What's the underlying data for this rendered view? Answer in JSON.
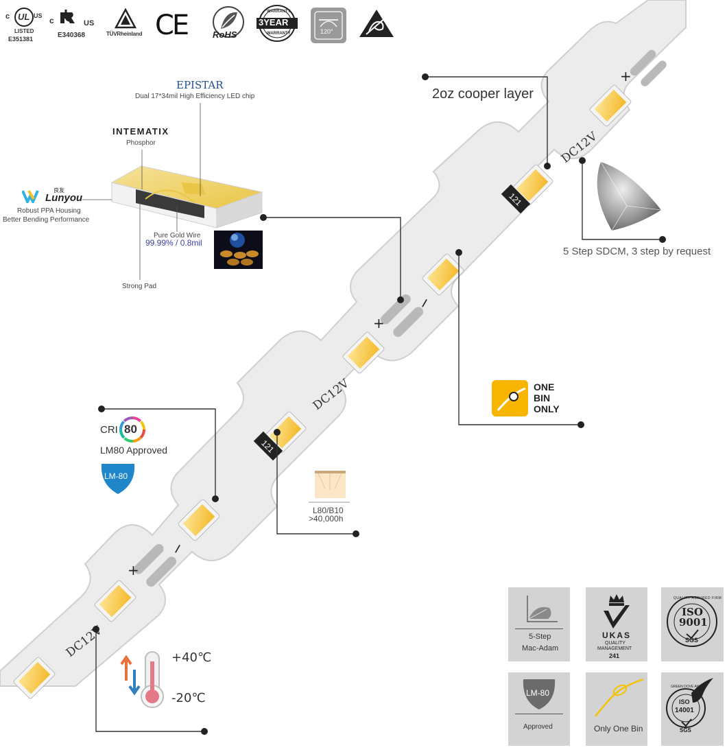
{
  "certifications": {
    "ul_listed": {
      "c": "c",
      "mark": "UL",
      "us": "US",
      "listed": "LISTED",
      "number": "E351381"
    },
    "ur": {
      "c": "c",
      "mark": "R",
      "us": "US",
      "number": "E340368"
    },
    "tuv": {
      "label": "TÜVRheinland"
    },
    "ce": {
      "label": "CE"
    },
    "rohs": {
      "label": "RoHS"
    },
    "warranty": {
      "top": "WARRANTY",
      "main": "3YEAR",
      "bottom": "WARRANTY"
    },
    "angle": {
      "label": "120°"
    }
  },
  "chip": {
    "epistar_brand": "EPISTAR",
    "epistar_desc": "Dual 17*34mil High Efficiency LED chip",
    "intematix_brand": "INTEMATIX",
    "intematix_desc": "Phosphor",
    "lunyou_brand": "Lunyou",
    "lunyou_cn": "良友",
    "housing_line1": "Robust PPA Housing",
    "housing_line2": "Better Bending Performance",
    "gold_wire_label": "Pure Gold Wire",
    "gold_wire_value": "99.99% / 0.8mil",
    "strong_pad": "Strong Pad"
  },
  "strip": {
    "voltage_label": "DC12V",
    "resistor_code": "121",
    "plus": "+",
    "minus": "−"
  },
  "callouts": {
    "copper": "2oz cooper layer",
    "sdcm": "5 Step SDCM, 3 step by request",
    "one_bin": [
      "ONE",
      "BIN",
      "ONLY"
    ],
    "cri_label": "CRI",
    "cri_value": "80",
    "lm80_approved": "LM80 Approved",
    "lm80_badge": "LM-80",
    "lifetime_label": "L80/B10",
    "lifetime_value": ">40,000h",
    "temp_high": "+40℃",
    "temp_low": "-20℃"
  },
  "badges": {
    "macadam_line1": "5-Step",
    "macadam_line2": "Mac-Adam",
    "ukas_name": "UKAS",
    "ukas_sub1": "QUALITY",
    "ukas_sub2": "MANAGEMENT",
    "ukas_num": "241",
    "iso9001_ring": "QUALITY ASSURED FIRM",
    "iso9001_main": "ISO",
    "iso9001_num": "9001",
    "iso9001_sgs": "SGS",
    "lm80_badge": "LM-80",
    "lm80_approved": "Approved",
    "one_bin": "Only One Bin",
    "iso14001_ring": "GREEN DOVE AWARD",
    "iso14001_main": "ISO",
    "iso14001_num": "14001",
    "iso14001_sgs": "SGS"
  },
  "colors": {
    "strip": "#e9e9e9",
    "strip_edge": "#c9c9c9",
    "led_yellow": "#f5c531",
    "led_light": "#fbe07a",
    "accent_blue": "#1f86c9",
    "badge_bg": "#d3d3d3",
    "dark": "#333333",
    "one_bin_yellow": "#f7b500"
  },
  "icons": [
    "ul-listed-icon",
    "ur-icon",
    "tuv-icon",
    "ce-icon",
    "rohs-icon",
    "warranty-icon",
    "beam-angle-icon",
    "esd-icon",
    "thermometer-icon",
    "arrows-icon",
    "one-bin-icon"
  ]
}
